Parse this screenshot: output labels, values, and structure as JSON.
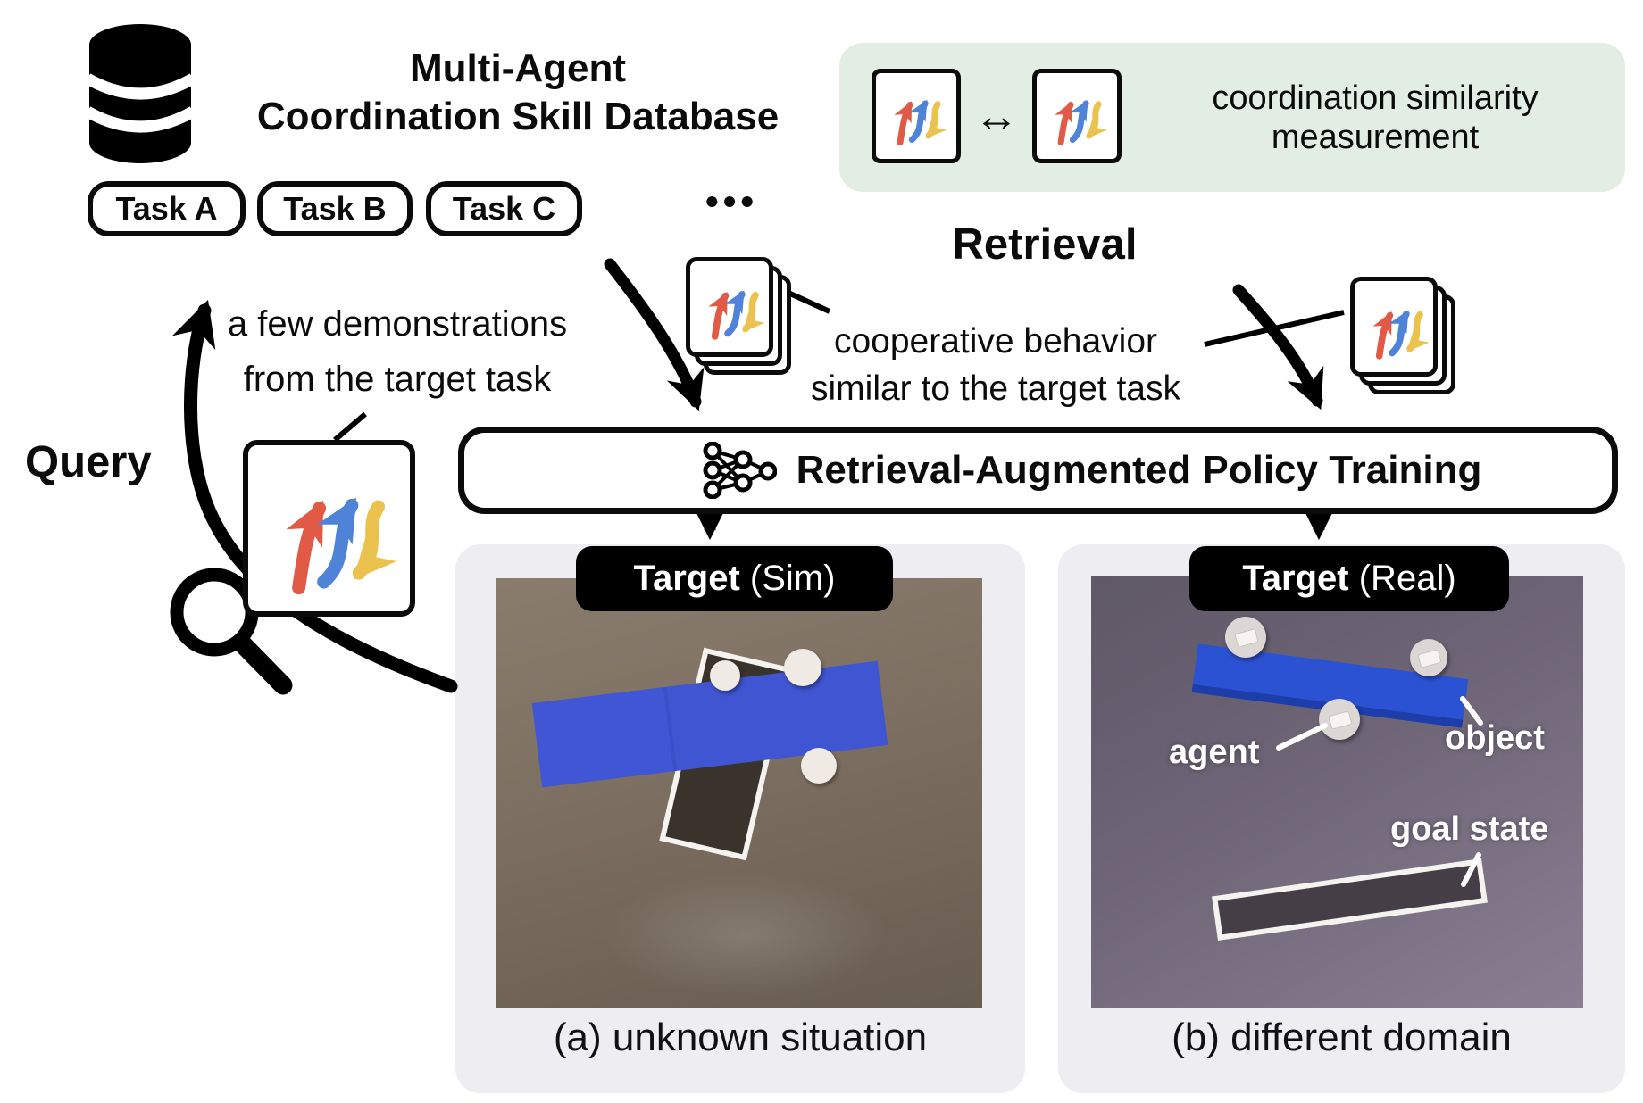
{
  "palette": {
    "traj_red": "#e05a46",
    "traj_blue": "#4f83d8",
    "traj_yellow": "#ecc24e",
    "similarity_bg": "#e2eee3",
    "panel_bg": "#ededf2",
    "sim_object_blue": "#3a50ce",
    "real_object_blue": "#2c52d4",
    "sim_floor": "#7c6f61",
    "real_floor": "#6e6577",
    "goal_dark": "#39332c",
    "ink": "#0b0b0b"
  },
  "database": {
    "title_line1": "Multi-Agent",
    "title_line2": "Coordination Skill Database",
    "tasks": [
      {
        "label": "Task A"
      },
      {
        "label": "Task B"
      },
      {
        "label": "Task C"
      }
    ],
    "more": "•••"
  },
  "similarity_box": {
    "compare_symbol": "↔",
    "line1": "coordination similarity",
    "line2": "measurement"
  },
  "retrieval": {
    "heading": "Retrieval",
    "note_line1": "cooperative behavior",
    "note_line2": "similar to the target task"
  },
  "query": {
    "heading": "Query",
    "note_line1": "a few demonstrations",
    "note_line2": "from the target task"
  },
  "training_bar": {
    "label": "Retrieval-Augmented Policy Training"
  },
  "sim_panel": {
    "tag_bold": "Target",
    "tag_rest": " (Sim)",
    "caption": "(a) unknown situation"
  },
  "real_panel": {
    "tag_bold": "Target",
    "tag_rest": " (Real)",
    "caption": "(b) different domain",
    "agent_label": "agent",
    "object_label": "object",
    "goal_label": "goal state"
  }
}
